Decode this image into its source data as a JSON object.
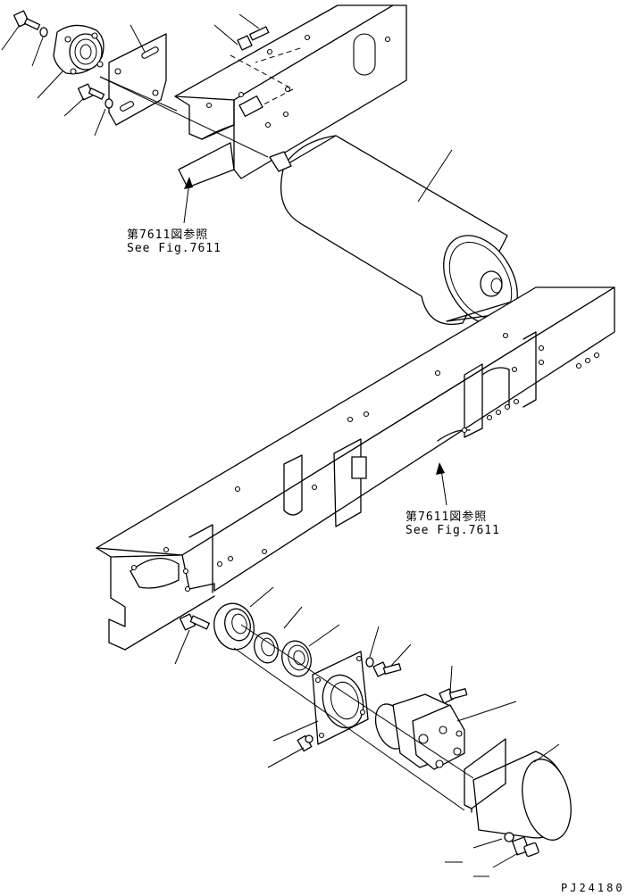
{
  "references": [
    {
      "jp": "第7611図参照",
      "en": "See Fig.7611"
    },
    {
      "jp": "第7611図参照",
      "en": "See Fig.7611"
    }
  ],
  "drawing_code": "PJ24180"
}
